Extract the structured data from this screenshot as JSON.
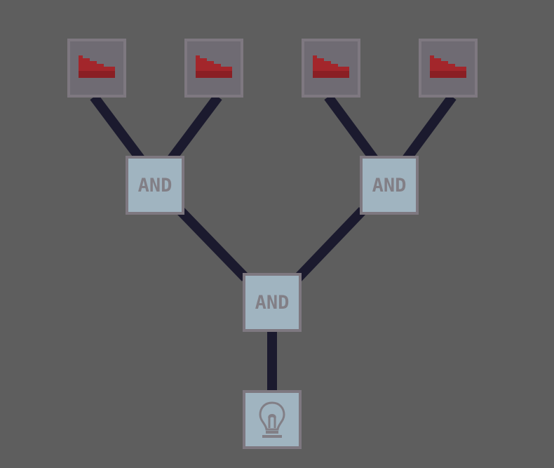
{
  "colors": {
    "background": "#5e5e5e",
    "wire": "#1b1a2e",
    "switch_off": "#a3262b",
    "gate_fill": "#a0b4c0",
    "node_border": "#7e7880"
  },
  "inputs": [
    {
      "icon": "switch-off-icon",
      "state": "off"
    },
    {
      "icon": "switch-off-icon",
      "state": "off"
    },
    {
      "icon": "switch-off-icon",
      "state": "off"
    },
    {
      "icon": "switch-off-icon",
      "state": "off"
    }
  ],
  "gates": [
    {
      "label": "AND"
    },
    {
      "label": "AND"
    },
    {
      "label": "AND"
    }
  ],
  "output": {
    "icon": "lightbulb-icon",
    "state": "off"
  }
}
